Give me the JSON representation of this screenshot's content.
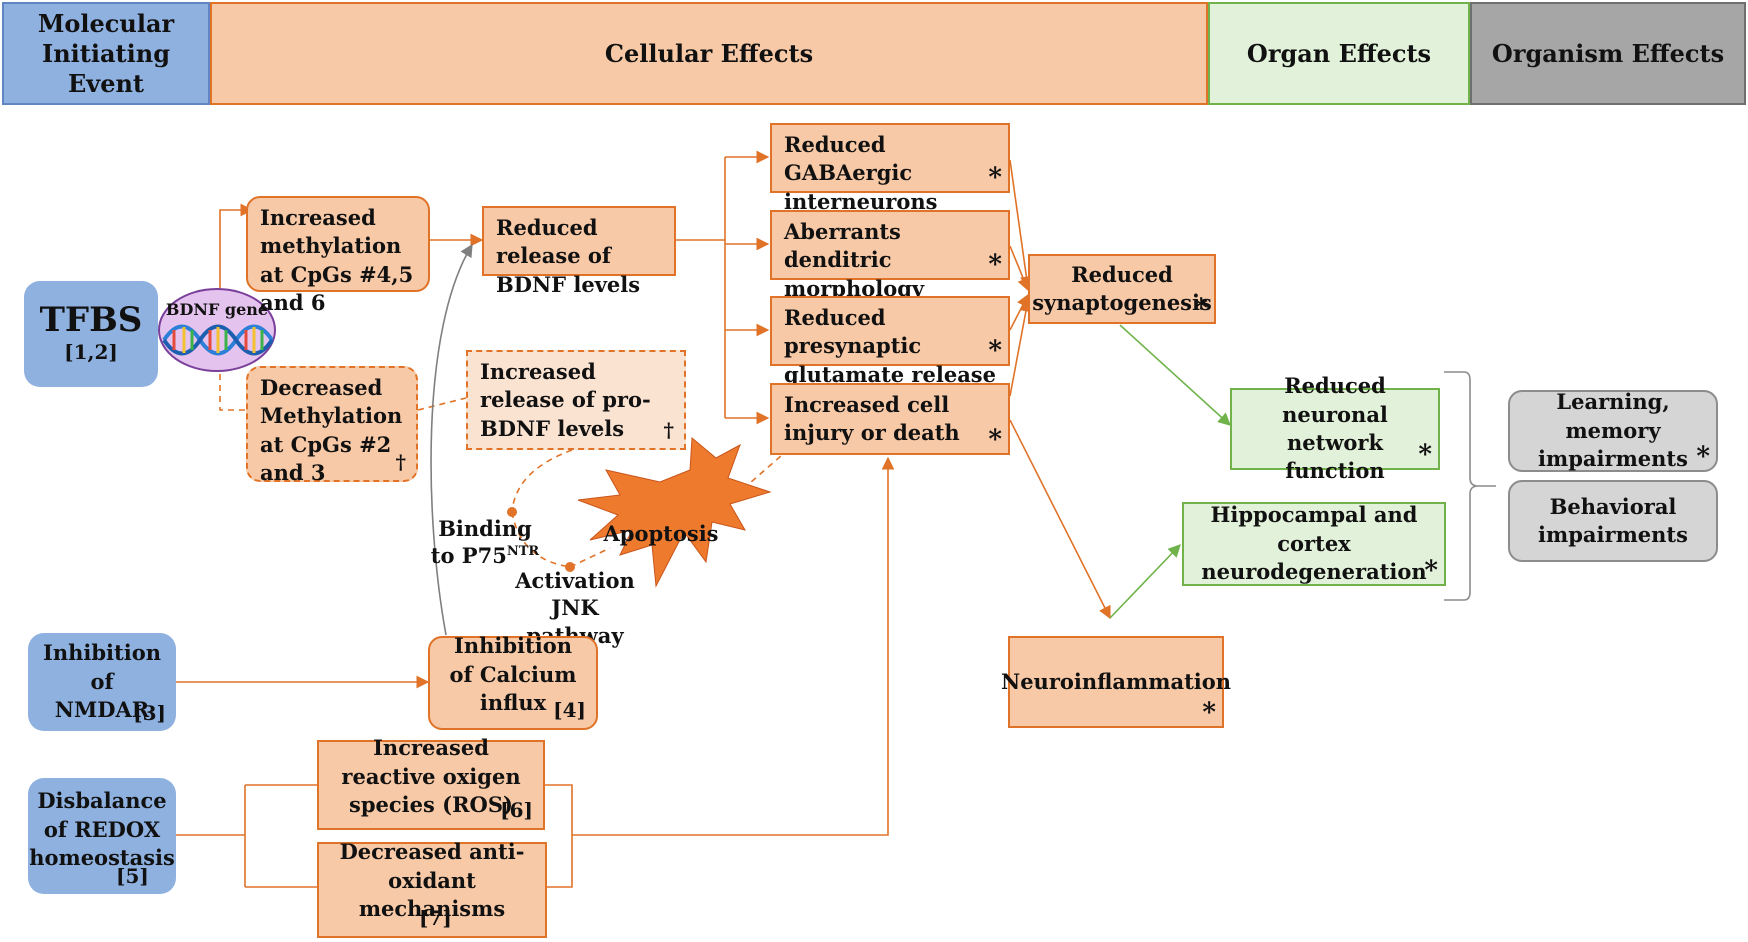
{
  "headers": {
    "mie": "Molecular Initiating Event",
    "cellular": "Cellular Effects",
    "organ": "Organ Effects",
    "organism": "Organism Effects"
  },
  "tfbs": {
    "title": "TFBS",
    "ref": "[1,2]"
  },
  "gene_label": "BDNF gene",
  "nodes": {
    "inc_methyl": "Increased methylation at CpGs #4,5 and 6",
    "dec_methyl": "Decreased Methylation at CpGs #2 and 3",
    "dec_methyl_mark": "†",
    "reduced_bdnf": "Reduced release of BDNF levels",
    "pro_bdnf": "Increased release of pro-BDNF levels",
    "pro_bdnf_mark": "†",
    "gaba": "Reduced GABAergic interneurons",
    "dendritic": "Aberrants denditric morphology",
    "presynaptic": "Reduced presynaptic glutamate release",
    "cell_injury": "Increased cell injury or death",
    "synaptogenesis": "Reduced synaptogenesis",
    "neuronal_network": "Reduced neuronal network function",
    "hippocampal": "Hippocampal and cortex neurodegeneration",
    "neuroinflammation": "Neuroinflammation",
    "learning": "Learning, memory impairments",
    "behavioral": "Behavioral impairments",
    "nmdar": "Inhibition of NMDAR",
    "nmdar_ref": "[3]",
    "calcium": "Inhibition of Calcium influx",
    "calcium_ref": "[4]",
    "redox": "Disbalance of REDOX homeostasis",
    "redox_ref": "[5]",
    "ros": "Increased reactive oxigen species (ROS)",
    "ros_ref": "[6]",
    "antiox": "Decreased anti-oxidant mechanisms",
    "antiox_ref": "[7]"
  },
  "labels": {
    "binding": "Binding to P75",
    "binding_sup": "NTR",
    "apoptosis": "Apoptosis",
    "activation": "Activation JNK pathway"
  },
  "marks": {
    "star": "*"
  },
  "colors": {
    "molecular": "#8eb1e0",
    "cellular": "#f7c9a6",
    "organ": "#e2f1d9",
    "organism": "#a6a6a6",
    "orange_line": "#e07328",
    "green_line": "#6fb34a",
    "apoptosis": "#ee7a2e"
  }
}
